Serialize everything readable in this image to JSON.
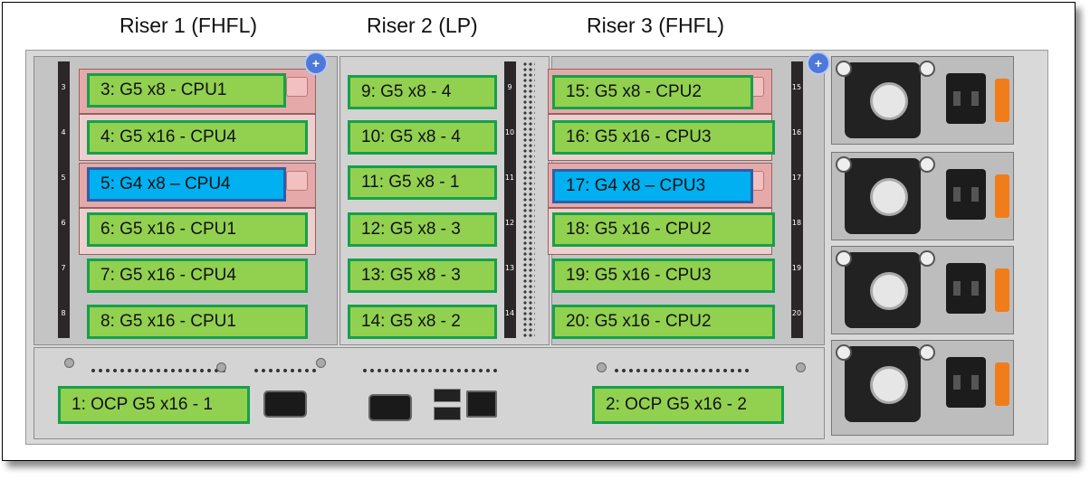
{
  "risers": [
    {
      "label": "Riser 1 (FHFL)"
    },
    {
      "label": "Riser 2 (LP)"
    },
    {
      "label": "Riser 3 (FHFL)"
    }
  ],
  "slots": [
    {
      "label": "3: G5 x8 - CPU1",
      "color": "green"
    },
    {
      "label": "4: G5 x16 - CPU4",
      "color": "green"
    },
    {
      "label": "5: G4 x8 – CPU4",
      "color": "blue"
    },
    {
      "label": "6: G5 x16 - CPU1",
      "color": "green"
    },
    {
      "label": "7: G5 x16 - CPU4",
      "color": "green"
    },
    {
      "label": "8: G5 x16 - CPU1",
      "color": "green"
    },
    {
      "label": "9: G5 x8 - 4",
      "color": "green"
    },
    {
      "label": "10: G5 x8 - 4",
      "color": "green"
    },
    {
      "label": "11: G5 x8 - 1",
      "color": "green"
    },
    {
      "label": "12: G5 x8 - 3",
      "color": "green"
    },
    {
      "label": "13: G5 x8 - 3",
      "color": "green"
    },
    {
      "label": "14: G5 x8 - 2",
      "color": "green"
    },
    {
      "label": "15: G5 x8 - CPU2",
      "color": "green"
    },
    {
      "label": "16: G5 x16 - CPU3",
      "color": "green"
    },
    {
      "label": "17: G4 x8 – CPU3",
      "color": "blue"
    },
    {
      "label": "18: G5 x16 - CPU2",
      "color": "green"
    },
    {
      "label": "19: G5 x16 - CPU3",
      "color": "green"
    },
    {
      "label": "20: G5 x16 - CPU2",
      "color": "green"
    },
    {
      "label": "1: OCP G5 x16 - 1",
      "color": "green"
    },
    {
      "label": "2: OCP G5 x16 - 2",
      "color": "green"
    }
  ],
  "chassis_slot_numbers": {
    "left": [
      "3",
      "4",
      "5",
      "6",
      "7",
      "8"
    ],
    "middle": [
      "9",
      "10",
      "11",
      "12",
      "13",
      "14"
    ],
    "right": [
      "15",
      "16",
      "17",
      "18",
      "19",
      "20"
    ]
  },
  "colors": {
    "green": "#92d050",
    "blue": "#00b0f0",
    "green_border": "#16a04a",
    "blue_border": "#2e5ea8"
  }
}
